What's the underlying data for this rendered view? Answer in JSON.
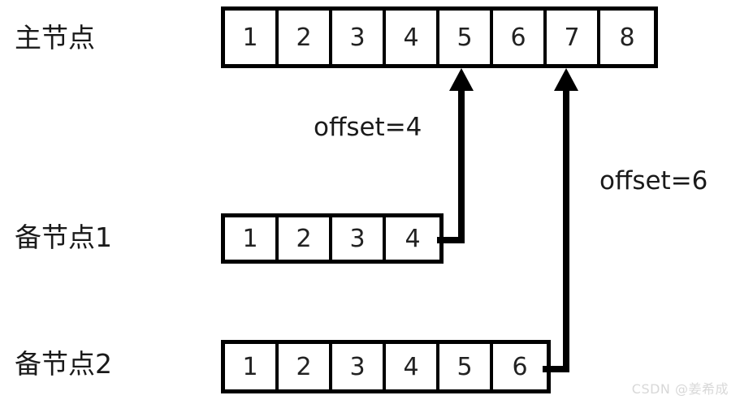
{
  "diagram": {
    "title": "replication offset diagram",
    "colors": {
      "stroke": "#000000",
      "text": "#1a1a1a",
      "cell_text": "#222222",
      "background": "#ffffff",
      "watermark": "#d8d8d8"
    },
    "rows": [
      {
        "id": "master",
        "label": "主节点",
        "cells": [
          "1",
          "2",
          "3",
          "4",
          "5",
          "6",
          "7",
          "8"
        ]
      },
      {
        "id": "replica1",
        "label": "备节点1",
        "cells": [
          "1",
          "2",
          "3",
          "4"
        ]
      },
      {
        "id": "replica2",
        "label": "备节点2",
        "cells": [
          "1",
          "2",
          "3",
          "4",
          "5",
          "6"
        ]
      }
    ],
    "connectors": [
      {
        "id": "offset-4",
        "label": "offset=4",
        "from_row": "replica1",
        "to_row": "master",
        "target_cell_index": 4,
        "target_cell_value": "5"
      },
      {
        "id": "offset-6",
        "label": "offset=6",
        "from_row": "replica2",
        "to_row": "master",
        "target_cell_index": 6,
        "target_cell_value": "7"
      }
    ],
    "watermark": "CSDN @姜希成"
  }
}
